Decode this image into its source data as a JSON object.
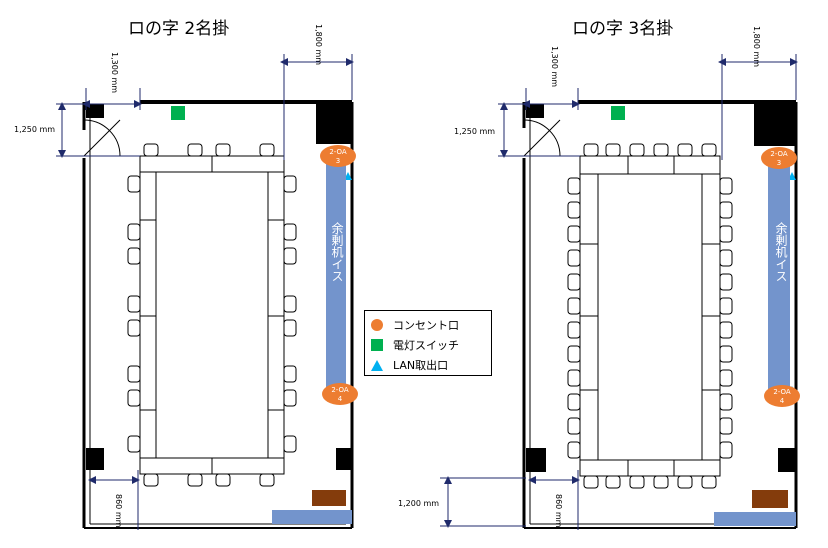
{
  "plans": [
    {
      "title": "ロの字 2名掛",
      "dims": {
        "door_width": "1,300 mm",
        "right_gap": "1,800 mm",
        "door_depth": "1,250 mm",
        "bottom_gap": "860 mm"
      },
      "outlets": [
        {
          "label": "2-OA\n3"
        },
        {
          "label": "2-OA\n4"
        }
      ],
      "spare_area": "余剰机イス"
    },
    {
      "title": "ロの字 3名掛",
      "dims": {
        "door_width": "1,300 mm",
        "right_gap": "1,800 mm",
        "door_depth": "1,250 mm",
        "bottom_gap": "860 mm",
        "bottom_depth": "1,200 mm"
      },
      "outlets": [
        {
          "label": "2-OA\n3"
        },
        {
          "label": "2-OA\n4"
        }
      ],
      "spare_area": "余剰机イス"
    }
  ],
  "legend": [
    {
      "label": "コンセント口",
      "icon": "orange-circle-icon",
      "color": "#ed7d31"
    },
    {
      "label": "電灯スイッチ",
      "icon": "green-square-icon",
      "color": "#00b050"
    },
    {
      "label": "LAN取出口",
      "icon": "blue-triangle-icon",
      "color": "#00b0f0"
    }
  ],
  "colors": {
    "spare": "#7394cc",
    "cabinet": "#843c0c",
    "wall": "#000000",
    "dim": "#1f2a6b"
  }
}
